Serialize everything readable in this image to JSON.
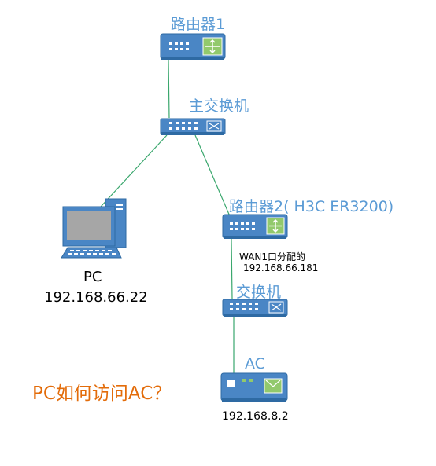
{
  "devices": {
    "router1": {
      "label": "路由器1"
    },
    "main_switch": {
      "label": "主交换机"
    },
    "router2": {
      "label": "路由器2( H3C ER3200)",
      "wan_note_line1": "WAN1口分配的",
      "wan_note_line2": "192.168.66.181"
    },
    "switch2": {
      "label": "交换机"
    },
    "ac": {
      "label": "AC",
      "ip": "192.168.8.2"
    },
    "pc": {
      "label": "PC",
      "ip": "192.168.66.22"
    }
  },
  "question": "PC如何访问AC？",
  "colors": {
    "device_blue": "#4a86c5",
    "device_dark": "#2e6aa3",
    "link_green": "#3aa76d",
    "label_blue": "#5b9bd5",
    "question_orange": "#e36c0a",
    "router_panel_green": "#92c96c"
  },
  "icons": {
    "router": "router-icon",
    "switch": "switch-icon",
    "ac": "access-controller-icon",
    "pc": "desktop-computer-icon"
  }
}
